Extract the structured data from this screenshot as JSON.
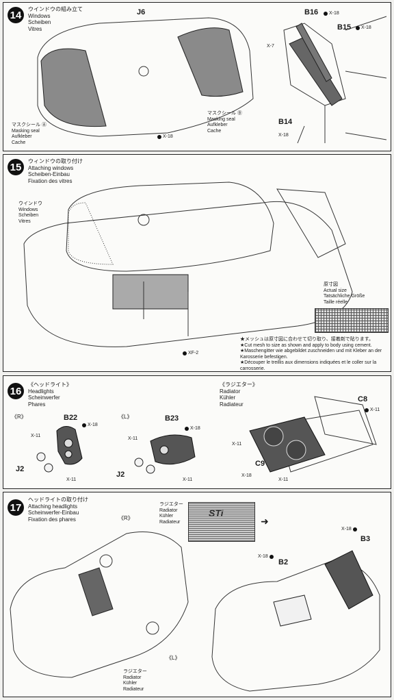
{
  "step14": {
    "num": "14",
    "title": [
      "ウインドウの組み立て",
      "Windows",
      "Scheiben",
      "Vitres"
    ],
    "part_j6": "J6",
    "mask_a": [
      "マスクシール Ⓐ",
      "Masking seal",
      "Aufkleber",
      "Cache"
    ],
    "mask_b": [
      "マスクシール Ⓑ",
      "Masking seal",
      "Aufkleber",
      "Cache"
    ],
    "screw_x18": "X-18",
    "screw_x7": "X-7",
    "part_b16": "B16",
    "part_b15": "B15",
    "part_b14": "B14"
  },
  "step15": {
    "num": "15",
    "title": [
      "ウィンドウの取り付け",
      "Attaching windows",
      "Scheiben-Einbau",
      "Fixation des vitres"
    ],
    "window_label": [
      "ウインドウ",
      "Windows",
      "Scheiben",
      "Vitres"
    ],
    "actual_size": [
      "原寸図",
      "Actual size",
      "Tatsächliche Größe",
      "Taille réelle"
    ],
    "screw_xf2": "XF-2",
    "notes": [
      "★メッシュは原寸図に合わせて切り取り、接着剤で貼ります。",
      "★Cut mesh to size as shown and apply to body using cement.",
      "★Maschengitter wie abgebildet zuschneiden und mit Kleber an der Karosserie befestigen.",
      "★Découper le treillis aux dimensions indiquées et le coller sur la carrosserie."
    ]
  },
  "step16": {
    "num": "16",
    "headlights_title": [
      "《ヘッドライト》",
      "Headlights",
      "Scheinwerfer",
      "Phares"
    ],
    "radiator_title": [
      "《ラジエター》",
      "Radiator",
      "Kühler",
      "Radiateur"
    ],
    "right": "《R》",
    "left": "《L》",
    "part_b22": "B22",
    "part_b23": "B23",
    "part_j2": "J2",
    "part_c8": "C8",
    "part_c9": "C9",
    "screw_x11": "X-11",
    "screw_x18": "X-18"
  },
  "step17": {
    "num": "17",
    "title": [
      "ヘッドライトの取り付け",
      "Attaching headlights",
      "Scheinwerfer-Einbau",
      "Fixation des phares"
    ],
    "radiator_top": [
      "ラジエター",
      "Radiator",
      "Kühler",
      "Radiateur"
    ],
    "radiator_bottom": [
      "ラジエター",
      "Radiator",
      "Kühler",
      "Radiateur"
    ],
    "right": "《R》",
    "left": "《L》",
    "part_b2": "B2",
    "part_b3": "B3",
    "screw_x18": "X-18",
    "sti_logo": "STi"
  }
}
